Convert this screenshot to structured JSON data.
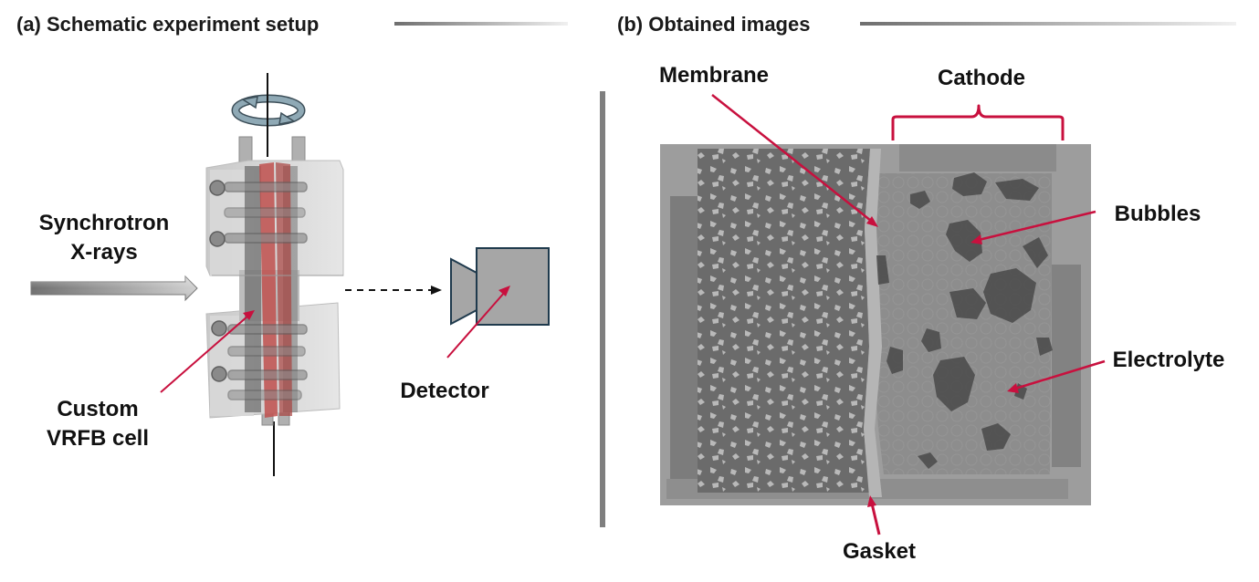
{
  "panel_a": {
    "title": "(a) Schematic experiment setup",
    "source_label_line1": "Synchrotron",
    "source_label_line2": "X-rays",
    "cell_label_line1": "Custom",
    "cell_label_line2": "VRFB cell",
    "detector_label": "Detector"
  },
  "panel_b": {
    "title": "(b) Obtained images",
    "membrane_label": "Membrane",
    "cathode_label": "Cathode",
    "bubbles_label": "Bubbles",
    "electrolyte_label": "Electrolyte",
    "gasket_label": "Gasket"
  },
  "colors": {
    "annotation": "#c8103e",
    "cell_plate": "#c0504d",
    "detector_fill": "#a6a6a6",
    "detector_stroke": "#1f3a4d",
    "rotation_arrow": "#8fa9b5",
    "divider": "#7f7f7f"
  },
  "icons": {
    "rotation": "rotation-arrows-icon",
    "detector": "camera-detector-icon",
    "beam": "beam-arrow-icon"
  }
}
